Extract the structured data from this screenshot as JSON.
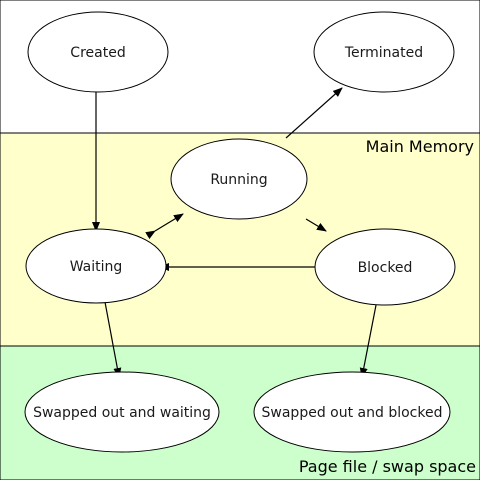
{
  "regions": [
    {
      "id": "top",
      "label": "",
      "color": "#ffffff"
    },
    {
      "id": "main-memory",
      "label": "Main Memory",
      "color": "#ffffcc"
    },
    {
      "id": "swap",
      "label": "Page file / swap space",
      "color": "#ccffcc"
    }
  ],
  "nodes": [
    {
      "id": "created",
      "label": "Created"
    },
    {
      "id": "terminated",
      "label": "Terminated"
    },
    {
      "id": "running",
      "label": "Running"
    },
    {
      "id": "waiting",
      "label": "Waiting"
    },
    {
      "id": "blocked",
      "label": "Blocked"
    },
    {
      "id": "swapped-waiting",
      "label": "Swapped out and waiting"
    },
    {
      "id": "swapped-blocked",
      "label": "Swapped out and blocked"
    }
  ],
  "edges": [
    {
      "from": "created",
      "to": "waiting",
      "directed": true
    },
    {
      "from": "running",
      "to": "terminated",
      "directed": true
    },
    {
      "from": "running",
      "to": "waiting",
      "directed": true,
      "bidirectional": true
    },
    {
      "from": "running",
      "to": "blocked",
      "directed": true
    },
    {
      "from": "blocked",
      "to": "waiting",
      "directed": true
    },
    {
      "from": "waiting",
      "to": "swapped-waiting",
      "directed": true,
      "bidirectional": true
    },
    {
      "from": "blocked",
      "to": "swapped-blocked",
      "directed": true,
      "bidirectional": true
    }
  ],
  "colors": {
    "border": "#000000",
    "node_fill": "#ffffff",
    "text": "#1a1a1a"
  }
}
